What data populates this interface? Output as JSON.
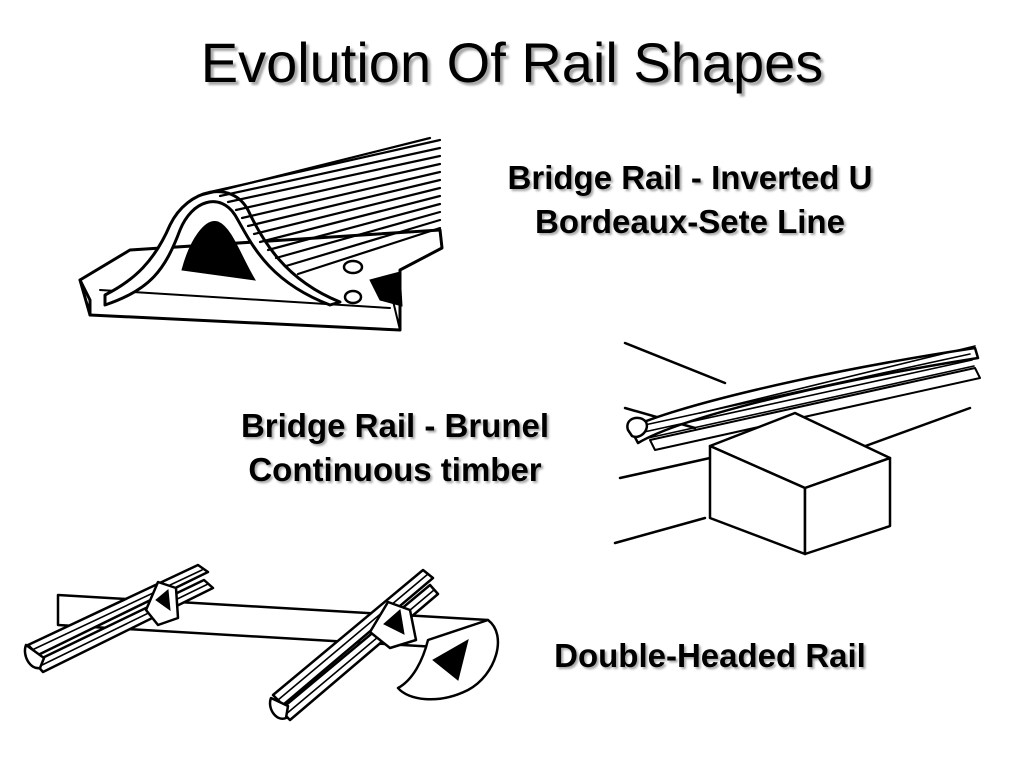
{
  "slide": {
    "title": "Evolution Of Rail Shapes"
  },
  "captions": {
    "bridge_inverted_u": {
      "line1": "Bridge Rail - Inverted U",
      "line2": "Bordeaux-Sete Line"
    },
    "bridge_brunel": {
      "line1": "Bridge Rail - Brunel",
      "line2": "Continuous timber"
    },
    "double_headed": {
      "line1": "Double-Headed Rail"
    }
  },
  "illustrations": [
    {
      "id": "inverted-u-rail",
      "icon": "inverted-u-bridge-rail-drawing"
    },
    {
      "id": "brunel-rail",
      "icon": "brunel-bridge-rail-on-timber-drawing"
    },
    {
      "id": "double-headed-rail",
      "icon": "double-headed-rail-on-sleeper-drawing"
    }
  ]
}
